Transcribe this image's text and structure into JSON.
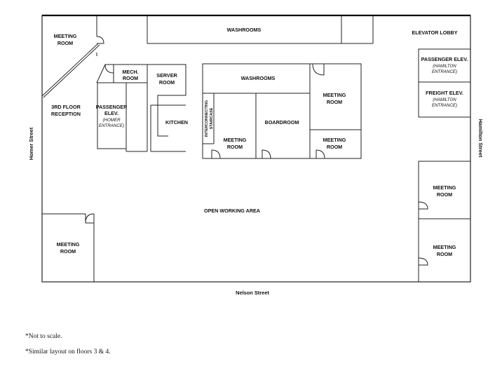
{
  "rooms": {
    "meeting_nw": [
      "MEETING",
      "ROOM"
    ],
    "washrooms_top": "WASHROOMS",
    "elevator_lobby": "ELEVATOR LOBBY",
    "reception": [
      "3RD FLOOR",
      "RECEPTION"
    ],
    "mech_room": [
      "MECH.",
      "ROOM"
    ],
    "server_room": [
      "SERVER",
      "ROOM"
    ],
    "passenger_elev_homer": [
      "PASSENGER",
      "ELEV.",
      "(HOMER",
      "ENTRANCE)"
    ],
    "kitchen": "KITCHEN",
    "washrooms_center": "WASHROOMS",
    "staircase": [
      "INTERCONNECTING",
      "STAIRCASE"
    ],
    "meeting_center_left": [
      "MEETING",
      "ROOM"
    ],
    "boardroom": "BOARDROOM",
    "meeting_center_right_top": [
      "MEETING",
      "ROOM"
    ],
    "meeting_center_right_bottom": [
      "MEETING",
      "ROOM"
    ],
    "passenger_elev_hamilton": [
      "PASSENGER ELEV.",
      "(HAMILTON",
      "ENTRANCE)"
    ],
    "freight_elev": [
      "FREIGHT ELEV.",
      "(HAMILTON",
      "ENTRANCE)"
    ],
    "meeting_east_top": [
      "MEETING",
      "ROOM"
    ],
    "meeting_east_bottom": [
      "MEETING",
      "ROOM"
    ],
    "open_working_area": "OPEN WORKING AREA",
    "meeting_sw": [
      "MEETING",
      "ROOM"
    ]
  },
  "streets": {
    "west": "Homer Street",
    "east": "Hamilton Street",
    "south": "Nelson Street"
  },
  "notes": [
    "*Not to scale.",
    "*Similar layout on floors 3 & 4."
  ]
}
